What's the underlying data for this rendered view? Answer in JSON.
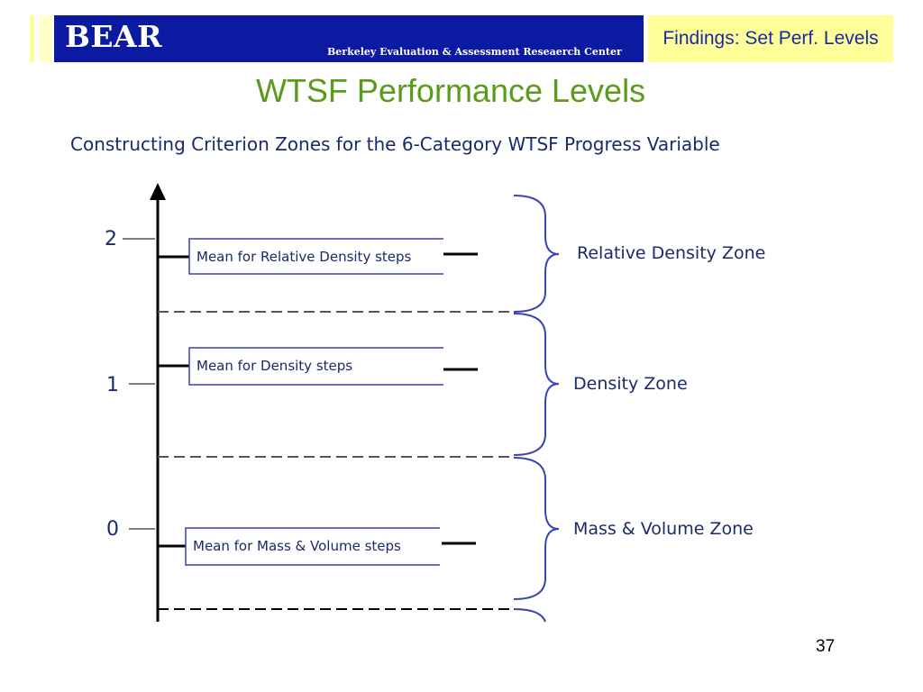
{
  "header": {
    "logo": "BEAR",
    "organization": "Berkeley Evaluation & Assessment Reseaerch Center",
    "section": "Findings: Set Perf. Levels"
  },
  "slide": {
    "title": "WTSF Performance Levels",
    "page_number": "37"
  },
  "diagram": {
    "title": "Constructing Criterion Zones for the 6-Category WTSF Progress Variable",
    "axis_ticks": [
      "2",
      "1",
      "0"
    ],
    "means": [
      "Mean for Relative Density steps",
      "Mean for Density steps",
      "Mean for Mass & Volume  steps"
    ],
    "zones": [
      "Relative Density Zone",
      "Density Zone",
      "Mass & Volume Zone"
    ],
    "colors": {
      "box_border": "#3a44b0",
      "header_blue": "#0b1aa0",
      "title_green": "#5a9a1c",
      "diagram_text": "#1a2a6a"
    }
  }
}
